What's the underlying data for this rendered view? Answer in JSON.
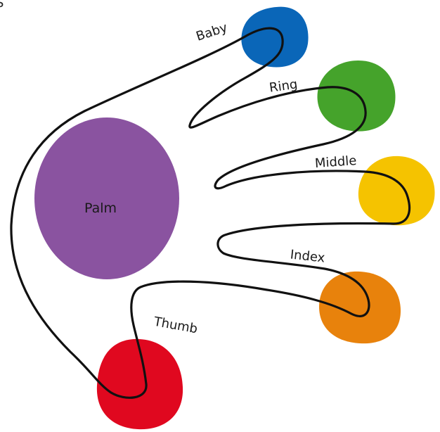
{
  "diagram": {
    "parts": [
      {
        "id": "palm",
        "label": "Palm",
        "color": "#8a53a0"
      },
      {
        "id": "baby",
        "label": "Baby",
        "color": "#0a66b8"
      },
      {
        "id": "ring",
        "label": "Ring",
        "color": "#45a32b"
      },
      {
        "id": "middle",
        "label": "Middle",
        "color": "#f5c300"
      },
      {
        "id": "index",
        "label": "Index",
        "color": "#e8820c"
      },
      {
        "id": "thumb",
        "label": "Thumb",
        "color": "#e0081f"
      }
    ],
    "outline_color": "#111111"
  }
}
